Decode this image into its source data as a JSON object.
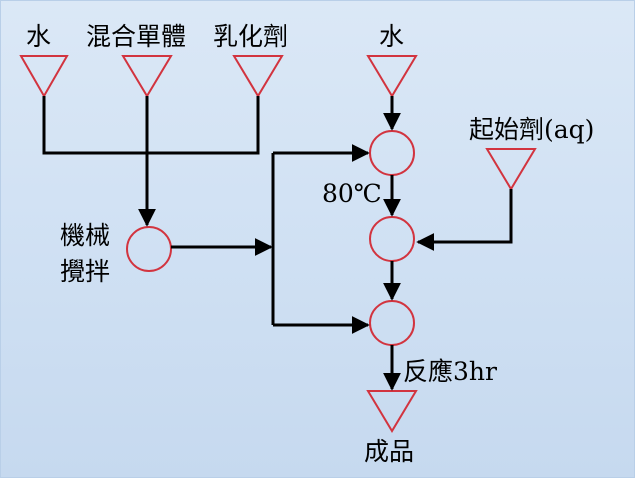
{
  "labels": {
    "water_left": "水",
    "monomer": "混合單體",
    "emulsifier": "乳化劑",
    "water_right": "水",
    "initiator": "起始劑(aq)",
    "temperature": "80℃",
    "stir_line1": "機械",
    "stir_line2": "攪拌",
    "reaction": "反應3hr",
    "product": "成品"
  },
  "colors": {
    "node_stroke": "#d2343f",
    "line": "#000000",
    "background": "#d4e3f4"
  }
}
